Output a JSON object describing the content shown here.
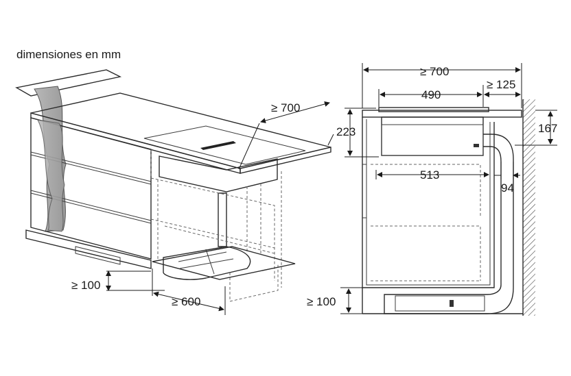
{
  "caption": "dimensiones en mm",
  "labels": {
    "iso_width_top": "≥ 700",
    "iso_plinth_height": "≥ 100",
    "iso_depth_front": "≥ 600",
    "side_width_total": "≥ 700",
    "side_hob_width": "490",
    "side_rear_gap": "≥ 125",
    "side_hob_height": "223",
    "side_duct_height": "167",
    "side_duct_depth": "513",
    "side_duct_diameter": "94",
    "side_plinth_height": "≥ 100"
  }
}
